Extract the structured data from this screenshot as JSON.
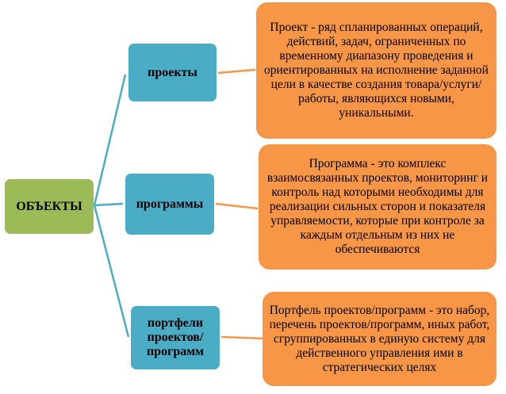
{
  "root": {
    "label": "ОБЪЕКТЫ"
  },
  "branches": [
    {
      "label": "проекты",
      "description": "Проект - ряд спланированных операций, действий, задач, ограниченных по временному диапазону проведения и ориентированных на исполнение заданной цели в качестве создания товара/услуги/работы, являющихся новыми, уникальными."
    },
    {
      "label": "программы",
      "description": "Программа - это комплекс взаимосвязанных проектов, мониторинг и контроль над которыми необходимы для реализации сильных сторон и показателя управляемости, которые при контроле за каждым отдельным из них не обеспечиваются"
    },
    {
      "label": "портфели проектов/ программ",
      "description": "Портфель проектов/программ - это набор, перечень проектов/программ, иных работ, сгруппированных в единую систему для действенного управления ими в стратегических целях"
    }
  ],
  "colors": {
    "root": "#9bbb59",
    "branch": "#4bacc6",
    "description": "#f79646",
    "connector_blue": "#4bacc6",
    "connector_orange": "#f79646"
  }
}
